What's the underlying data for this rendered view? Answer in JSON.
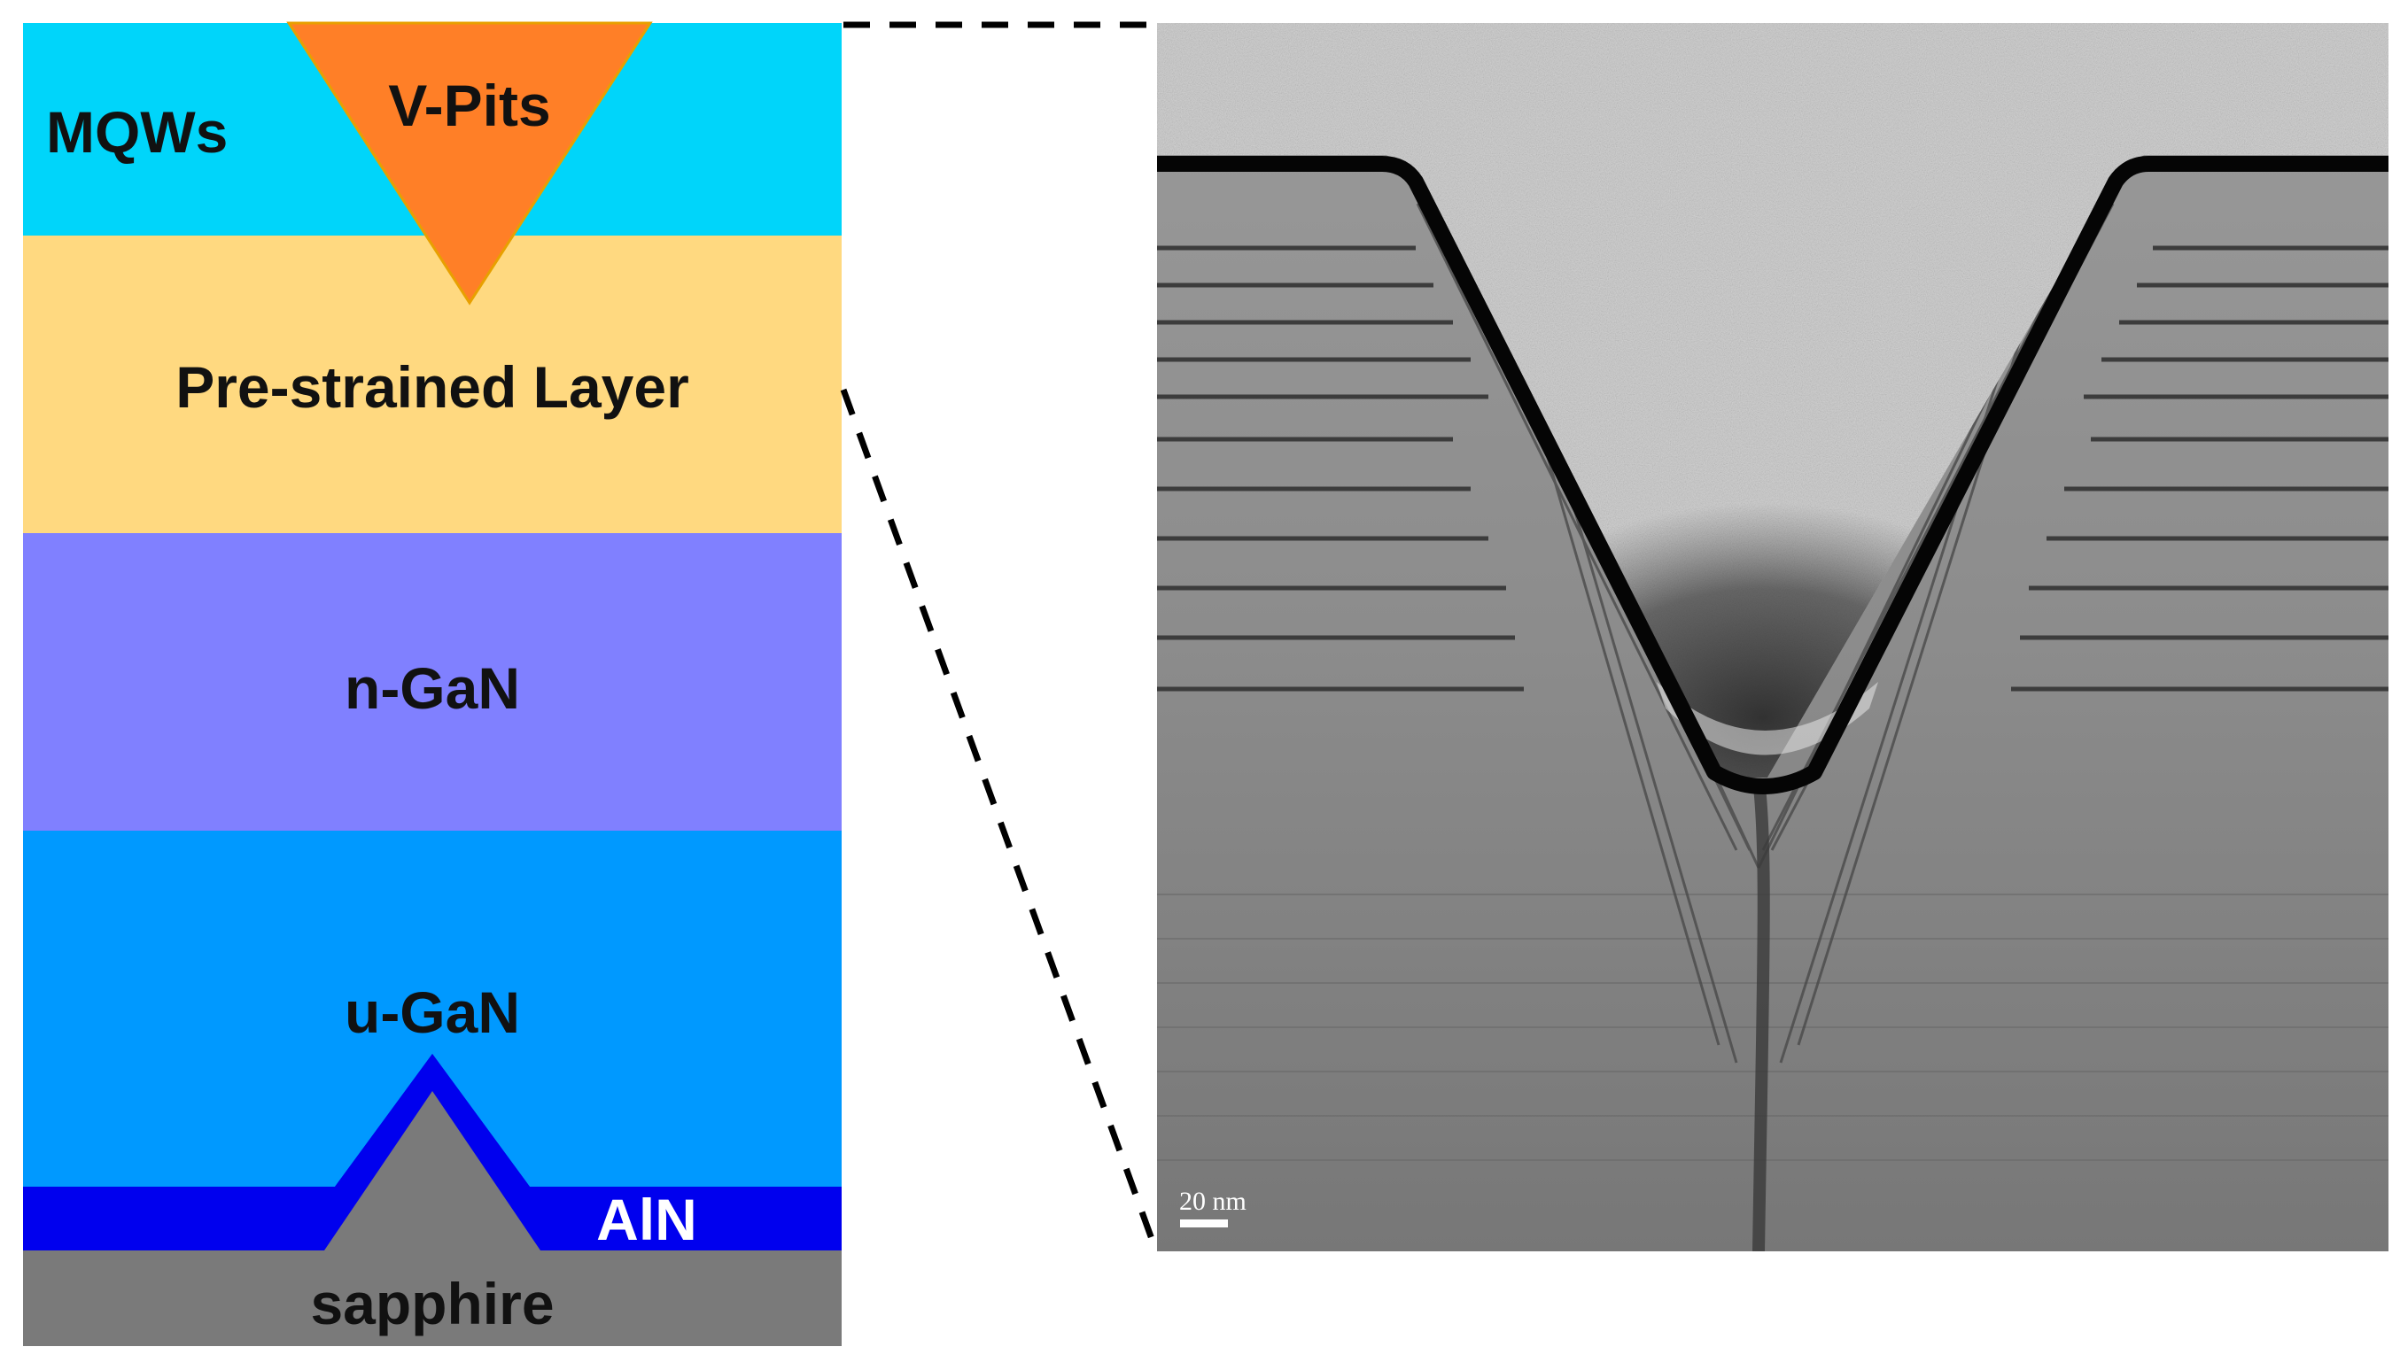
{
  "layers": {
    "mqws": "MQWs",
    "vpits": "V-Pits",
    "prestrained": "Pre-strained Layer",
    "ngan": "n-GaN",
    "ugan": "u-GaN",
    "aln": "AlN",
    "sapphire": "sapphire"
  },
  "tem": {
    "scale_bar_label": "20 nm"
  },
  "colors": {
    "mqws": "#00d5fa",
    "vpits": "#ff7f27",
    "prestrained": "#ffd980",
    "ngan": "#8080ff",
    "ugan": "#0099ff",
    "aln": "#0000ee",
    "sapphire": "#7a7a7a"
  }
}
